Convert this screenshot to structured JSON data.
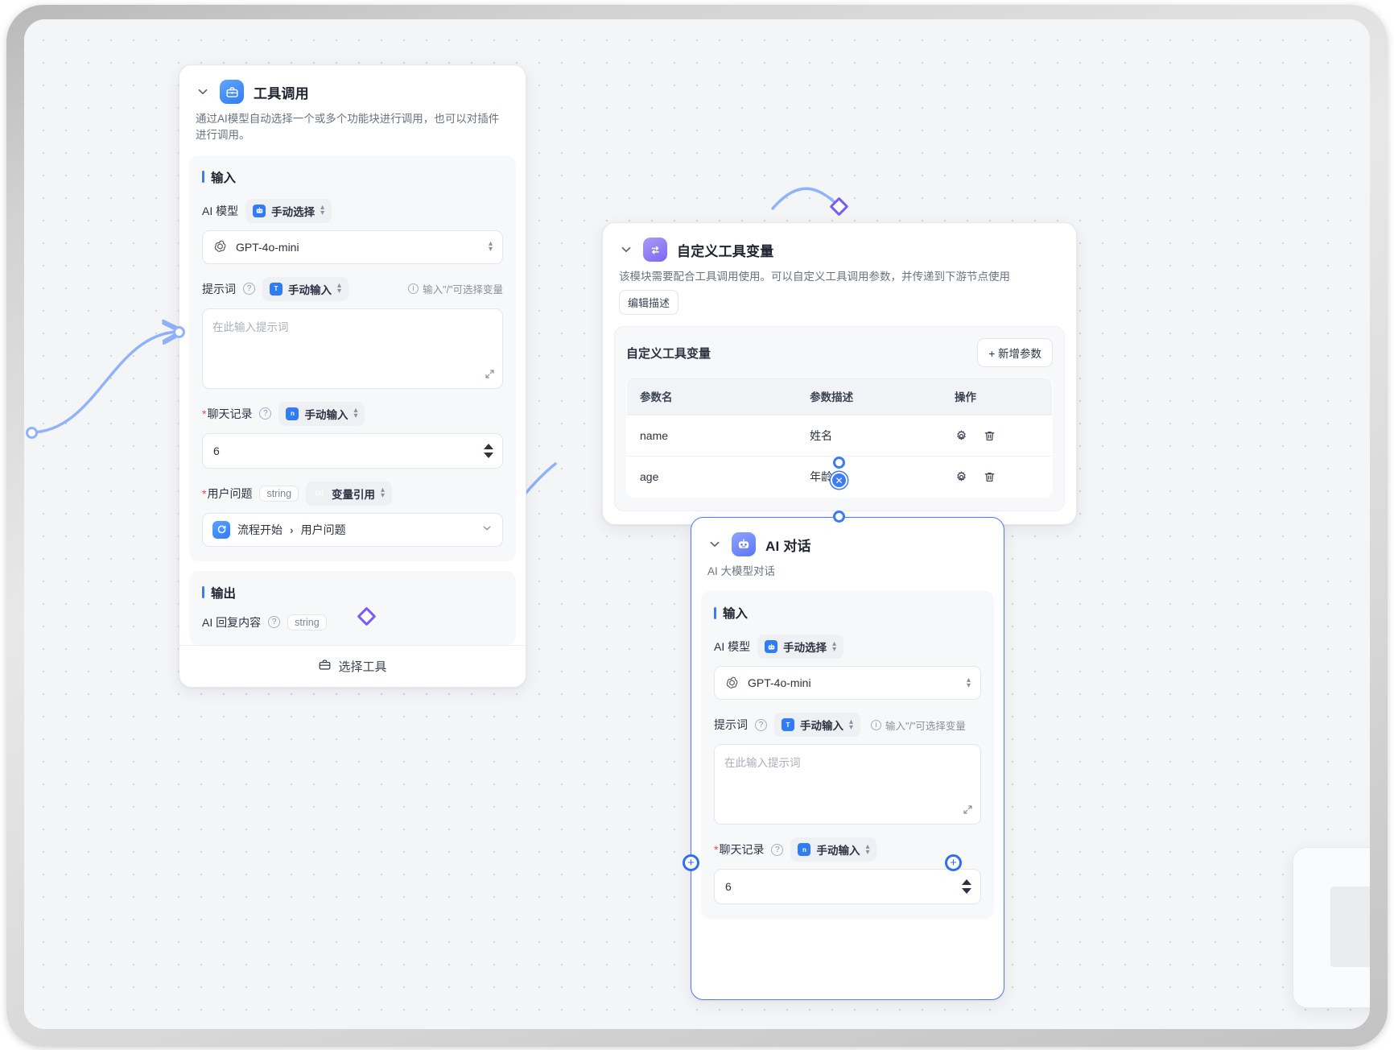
{
  "canvas": {
    "background": "#f4f5f7",
    "dot_color": "#cfd2d8"
  },
  "colors": {
    "accent_blue": "#2f7cf6",
    "edge_blue": "#8fb2fb",
    "edge_blue_strong": "#3b7bf6",
    "handle_purple": "#7a5df0",
    "required_red": "#f04a4a"
  },
  "nodes": {
    "tool_call": {
      "title": "工具调用",
      "description": "通过AI模型自动选择一个或多个功能块进行调用，也可以对插件进行调用。",
      "icon": "toolbox-icon",
      "input_section_title": "输入",
      "output_section_title": "输出",
      "fields": {
        "model_label": "AI 模型",
        "model_mode": "手动选择",
        "model_value": "GPT-4o-mini",
        "prompt_label": "提示词",
        "prompt_mode": "手动输入",
        "prompt_hint": "输入\"/\"可选择变量",
        "prompt_placeholder": "在此输入提示词",
        "chat_label": "聊天记录",
        "chat_mode": "手动输入",
        "chat_value": "6",
        "question_label": "用户问题",
        "question_type": "string",
        "question_mode": "变量引用",
        "question_ref_source": "流程开始",
        "question_ref_field": "用户问题"
      },
      "output": {
        "label": "AI 回复内容",
        "type": "string"
      },
      "footer_label": "选择工具",
      "footer_icon": "toolbox-icon"
    },
    "tool_variable": {
      "title": "自定义工具变量",
      "icon": "variable-exchange-icon",
      "description": "该模块需要配合工具调用使用。可以自定义工具调用参数，并传递到下游节点使用",
      "edit_desc_label": "编辑描述",
      "panel_title": "自定义工具变量",
      "add_param_label": "+ 新增参数",
      "table": {
        "headers": [
          "参数名",
          "参数描述",
          "操作"
        ],
        "rows": [
          {
            "name": "name",
            "desc": "姓名",
            "actions": [
              "gear-icon",
              "trash-icon"
            ]
          },
          {
            "name": "age",
            "desc": "年龄",
            "actions": [
              "gear-icon",
              "trash-icon"
            ]
          }
        ]
      }
    },
    "ai_chat": {
      "title": "AI 对话",
      "subtitle": "AI 大模型对话",
      "icon": "robot-icon",
      "selected": true,
      "input_section_title": "输入",
      "fields": {
        "model_label": "AI 模型",
        "model_mode": "手动选择",
        "model_value": "GPT-4o-mini",
        "prompt_label": "提示词",
        "prompt_mode": "手动输入",
        "prompt_hint": "输入\"/\"可选择变量",
        "prompt_placeholder": "在此输入提示词",
        "chat_label": "聊天记录",
        "chat_mode": "手动输入",
        "chat_value": "6"
      }
    }
  },
  "handles": {
    "add_label": "+",
    "delete_edge_label": "✕"
  }
}
